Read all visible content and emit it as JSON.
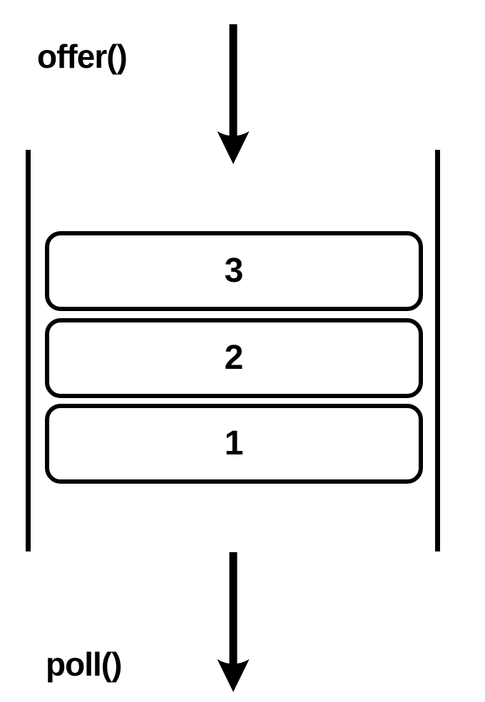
{
  "diagram": {
    "offer_label": "offer()",
    "poll_label": "poll()",
    "queue": {
      "items": [
        {
          "value": "3"
        },
        {
          "value": "2"
        },
        {
          "value": "1"
        }
      ]
    },
    "icons": {
      "enqueue_arrow": "down-arrow",
      "dequeue_arrow": "down-arrow"
    },
    "colors": {
      "foreground": "#000000",
      "background": "#ffffff"
    }
  }
}
